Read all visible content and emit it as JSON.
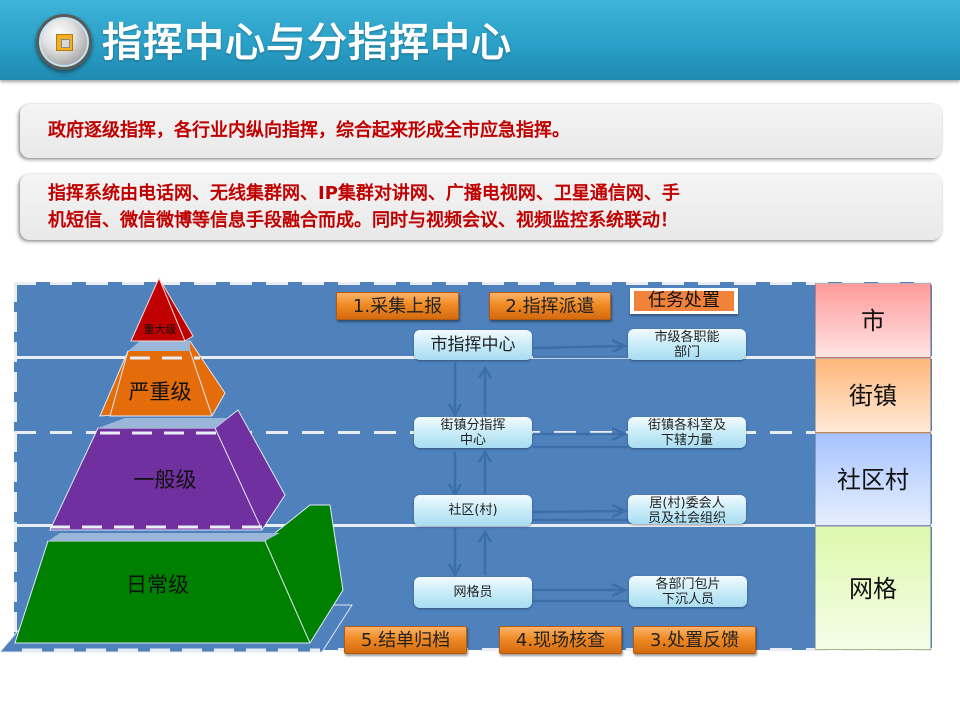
{
  "header": {
    "title": "指挥中心与分指挥中心",
    "logo_icon": "square-button-icon"
  },
  "callouts": [
    {
      "text": "政府逐级指挥，各行业内纵向指挥，综合起来形成全市应急指挥。"
    },
    {
      "line1": "指挥系统由电话网、无线集群网、IP集群对讲网、广播电视网、卫星通信网、手",
      "line2": "机短信、微信微博等信息手段融合而成。同时与视频会议、视频监控系统联动！"
    }
  ],
  "pyramid": {
    "levels": [
      {
        "label": "重大级",
        "color": "#c00000"
      },
      {
        "label": "严重级",
        "color": "#e46c0a"
      },
      {
        "label": "一般级",
        "color": "#7030a0"
      },
      {
        "label": "日常级",
        "color": "#008000"
      }
    ]
  },
  "process_steps": {
    "top": [
      "1.采集上报",
      "2.指挥派遣",
      "任务处置"
    ],
    "bottom": [
      "5.结单归档",
      "4.现场核查",
      "3.处置反馈"
    ]
  },
  "flow": {
    "left_nodes": [
      "市指挥中心",
      "街镇分指挥中心",
      "社区(村)",
      "网格员"
    ],
    "right_nodes": [
      "市级各职能部门",
      "街镇各科室及下辖力量",
      "居(村)委会人员及社会组织",
      "各部门包片下沉人员"
    ],
    "left_lines": [
      [
        "市指挥中心"
      ],
      [
        "街镇分指挥",
        "中心"
      ],
      [
        "社区(村)"
      ],
      [
        "网格员"
      ]
    ],
    "right_lines": [
      [
        "市级各职能",
        "部门"
      ],
      [
        "街镇各科室及",
        "下辖力量"
      ],
      [
        "居(村)委会人",
        "员及社会组织"
      ],
      [
        "各部门包片",
        "下沉人员"
      ]
    ]
  },
  "admin_levels": [
    "市",
    "街镇",
    "社区村",
    "网格"
  ],
  "colors": {
    "header_bg": "#2aa0c8",
    "diagram_bg": "#4f81bd",
    "callout_text": "#c00000",
    "step_orange": "#f08a24"
  }
}
